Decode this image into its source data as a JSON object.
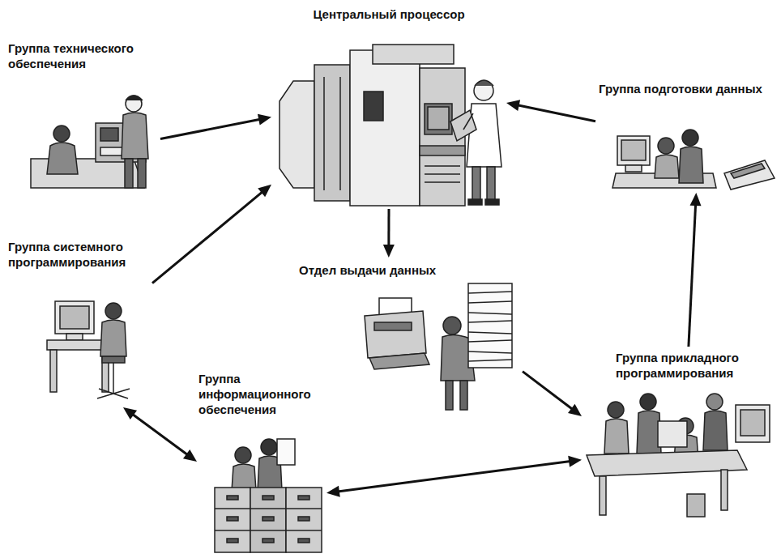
{
  "diagram": {
    "nodes": [
      {
        "text": [
          "Центральный процессор"
        ]
      },
      {
        "text": [
          "Группа технического обеспечения"
        ]
      },
      {
        "text": [
          "Группа подготовки данных"
        ]
      },
      {
        "text": [
          "Группа системного программирования"
        ]
      },
      {
        "text": [
          "Отдел выдачи данных"
        ]
      },
      {
        "text": [
          "Группа прикладного программирования"
        ]
      },
      {
        "text": [
          "Группа информационного обеспечения"
        ]
      }
    ],
    "edges": [
      {
        "from": 1,
        "to": 0,
        "arrow": "to"
      },
      {
        "from": 2,
        "to": 0,
        "arrow": "to"
      },
      {
        "from": 3,
        "to": 0,
        "arrow": "to"
      },
      {
        "from": 0,
        "to": 4,
        "arrow": "to"
      },
      {
        "from": 4,
        "to": 5,
        "arrow": "to"
      },
      {
        "from": 5,
        "to": 2,
        "arrow": "to"
      },
      {
        "from": 3,
        "to": 6,
        "arrow": "both"
      },
      {
        "from": 6,
        "to": 5,
        "arrow": "both"
      }
    ]
  }
}
